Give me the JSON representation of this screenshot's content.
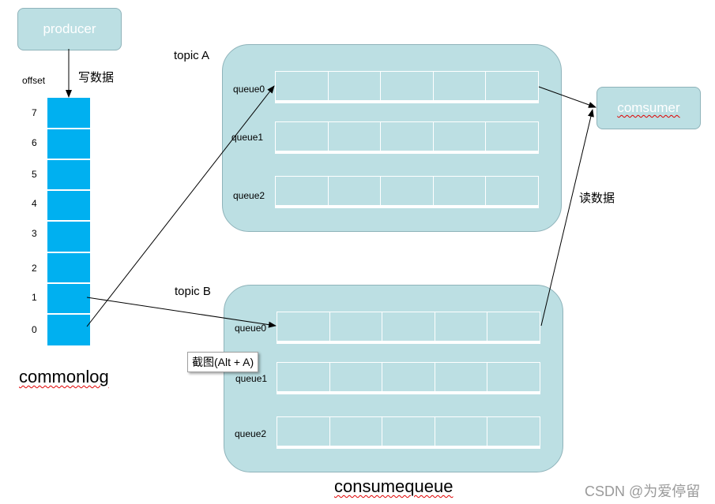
{
  "producer": {
    "label": "producer"
  },
  "consumer": {
    "label": "comsumer"
  },
  "commitlog": {
    "offset_header": "offset",
    "offsets": [
      "7",
      "6",
      "5",
      "4",
      "3",
      "2",
      "1",
      "0"
    ],
    "title": "commonlog"
  },
  "write_label": "写数据",
  "read_label": "读数据",
  "topic_a": {
    "title": "topic A",
    "queues": [
      "queue0",
      "queue1",
      "queue2"
    ]
  },
  "topic_b": {
    "title": "topic B",
    "queues": [
      "queue0",
      "queue1",
      "queue2"
    ]
  },
  "consumequeue_title": "consumequeue",
  "tooltip": "截图(Alt + A)",
  "watermark": "CSDN @为爱停留",
  "colors": {
    "panel": "#bcdfe3",
    "log_cell": "#00b0f0",
    "squiggle": "#e00000"
  }
}
